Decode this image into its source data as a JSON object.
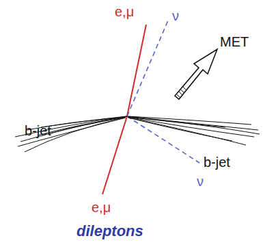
{
  "diagram": {
    "caption": "dileptons",
    "labels": [
      "e,μ",
      "ν",
      "MET",
      "b-jet",
      "b-jet",
      "ν",
      "e,μ"
    ]
  }
}
